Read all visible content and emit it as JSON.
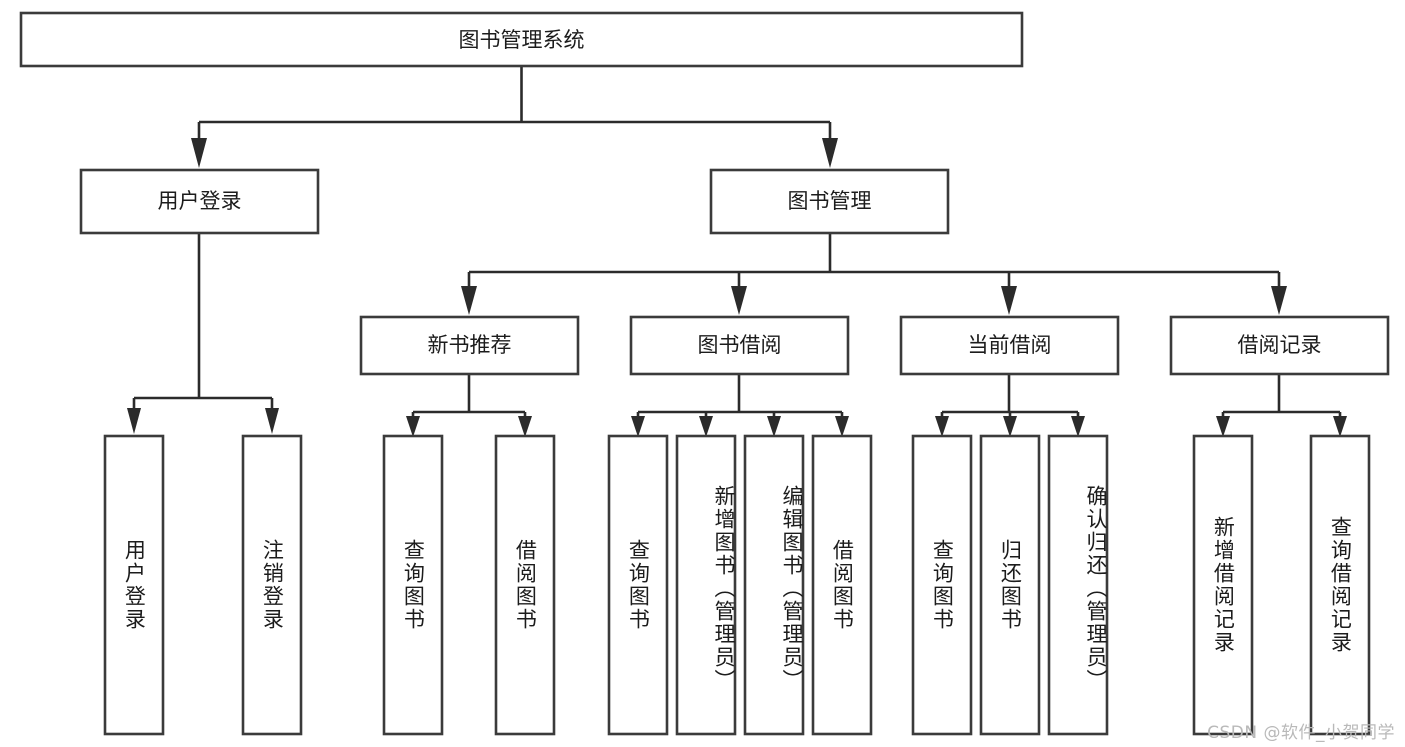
{
  "diagram": {
    "type": "tree",
    "title": "图书管理系统",
    "watermark": "CSDN @软件_小贺同学",
    "colors": {
      "background": "#ffffff",
      "box_stroke": "#3b3b3b",
      "connector": "#2b2b2b",
      "text": "#1c1c1c",
      "watermark": "#b9b9b9"
    },
    "root": {
      "label": "图书管理系统"
    },
    "level2": [
      {
        "label": "用户登录"
      },
      {
        "label": "图书管理"
      }
    ],
    "level3": [
      {
        "label": "新书推荐"
      },
      {
        "label": "图书借阅"
      },
      {
        "label": "当前借阅"
      },
      {
        "label": "借阅记录"
      }
    ],
    "leaves": {
      "user_login": [
        {
          "label": "用户登录"
        },
        {
          "label": "注销登录"
        }
      ],
      "new_book_recommend": [
        {
          "label": "查询图书"
        },
        {
          "label": "借阅图书"
        }
      ],
      "book_borrow": [
        {
          "label": "查询图书"
        },
        {
          "label": "新增图书（管理员）"
        },
        {
          "label": "编辑图书（管理员）"
        },
        {
          "label": "借阅图书"
        }
      ],
      "current_borrow": [
        {
          "label": "查询图书"
        },
        {
          "label": "归还图书"
        },
        {
          "label": "确认归还（管理员）"
        }
      ],
      "borrow_record": [
        {
          "label": "新增借阅记录"
        },
        {
          "label": "查询借阅记录"
        }
      ]
    }
  }
}
